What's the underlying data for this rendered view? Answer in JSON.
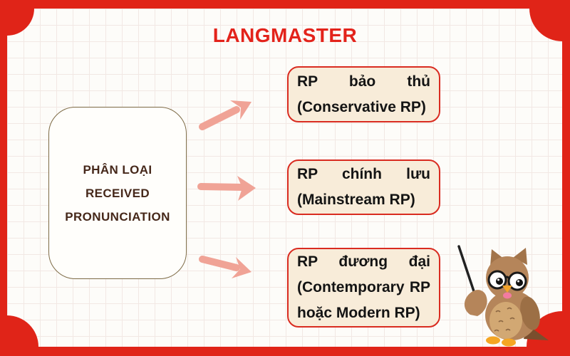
{
  "brand": {
    "logo_text": "LANGMASTER"
  },
  "colors": {
    "frame_red": "#e02418",
    "branch_border_red": "#d92b20",
    "branch_bg_cream": "#f8ecd9",
    "arrow_salmon": "#f0a396",
    "source_text_brown": "#46281a",
    "logo_red": "#e3231b"
  },
  "diagram": {
    "source_box": {
      "lines": [
        "PHÂN LOẠI",
        "RECEIVED",
        "PRONUNCIATION"
      ]
    },
    "branches": [
      {
        "lines": [
          "RP bảo thủ",
          "(Conservative RP)"
        ]
      },
      {
        "lines": [
          "RP chính lưu",
          "(Mainstream RP)"
        ]
      },
      {
        "lines": [
          "RP đương đại",
          "(Contemporary RP",
          "hoặc Modern RP)"
        ]
      }
    ]
  }
}
